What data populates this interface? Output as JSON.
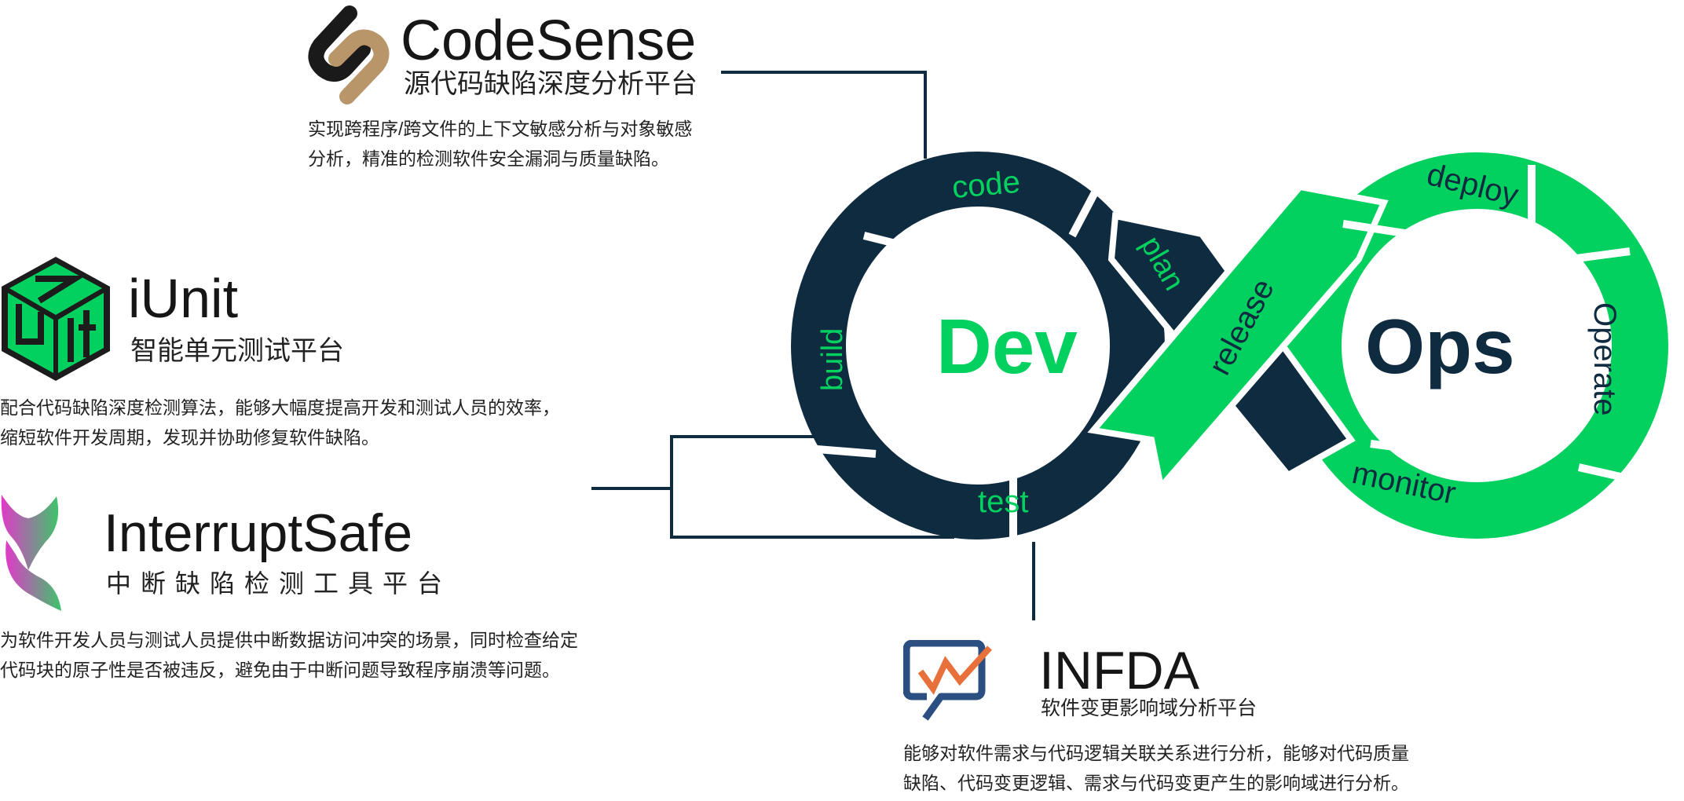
{
  "products": [
    {
      "id": "codesense",
      "name": "CodeSense",
      "subtitle": "源代码缺陷深度分析平台",
      "description": [
        "实现跨程序/跨文件的上下文敏感分析与对象敏感",
        "分析，精准的检测软件安全漏洞与质量缺陷。"
      ],
      "logo_colors": [
        "#1a1a1a",
        "#b8966a"
      ]
    },
    {
      "id": "iunit",
      "name": "iUnit",
      "subtitle": "智能单元测试平台",
      "description": [
        "配合代码缺陷深度检测算法，能够大幅度提高开发和测试人员的效率，",
        "缩短软件开发周期，发现并协助修复软件缺陷。"
      ],
      "logo_colors": [
        "#1c1c1c",
        "#03d15f"
      ]
    },
    {
      "id": "interruptsafe",
      "name": "InterruptSafe",
      "subtitle": "中断缺陷检测工具平台",
      "description": [
        "为软件开发人员与测试人员提供中断数据访问冲突的场景，同时检查给定",
        "代码块的原子性是否被违反，避免由于中断问题导致程序崩溃等问题。"
      ],
      "logo_colors": [
        "#e03ac8",
        "#3ec46a"
      ]
    },
    {
      "id": "infda",
      "name": "INFDA",
      "subtitle": "软件变更影响域分析平台",
      "description": [
        "能够对软件需求与代码逻辑关联关系进行分析，能够对代码质量",
        "缺陷、代码变更逻辑、需求与代码变更产生的影响域进行分析。"
      ],
      "logo_colors": [
        "#2c4f82",
        "#e8703a"
      ]
    }
  ],
  "devops": {
    "dev_label": "Dev",
    "ops_label": "Ops",
    "dev_stages": [
      "code",
      "plan",
      "build",
      "test"
    ],
    "ops_stages": [
      "release",
      "deploy",
      "Operate",
      "monitor"
    ],
    "colors": {
      "dev": "#0f2b40",
      "ops": "#03d15f"
    }
  }
}
